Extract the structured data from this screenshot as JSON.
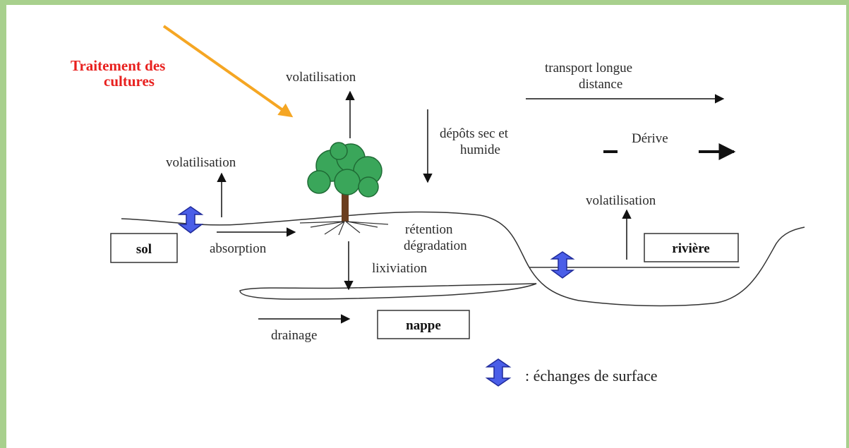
{
  "colors": {
    "border": "#a8d08d",
    "title_red": "#e8201e",
    "spray_arrow": "#f5a623",
    "exchange_blue": "#4a5ee8",
    "tree_green": "#3aa65a",
    "trunk_brown": "#6b3e1e"
  },
  "title": {
    "line1": "Traitement des",
    "line2": "cultures"
  },
  "labels": {
    "volatilisation_top": "volatilisation",
    "volatilisation_left": "volatilisation",
    "volatilisation_right": "volatilisation",
    "depots_line1": "dépôts sec et",
    "depots_line2": "humide",
    "transport_line1": "transport longue",
    "transport_line2": "distance",
    "derive": "Dérive",
    "absorption": "absorption",
    "retention": "rétention",
    "degradation": "dégradation",
    "lixiviation": "lixiviation",
    "drainage": "drainage"
  },
  "boxes": {
    "sol": "sol",
    "riviere": "rivière",
    "nappe": "nappe"
  },
  "legend": {
    "text": ": échanges de surface",
    "icon": "double-arrow-icon"
  }
}
